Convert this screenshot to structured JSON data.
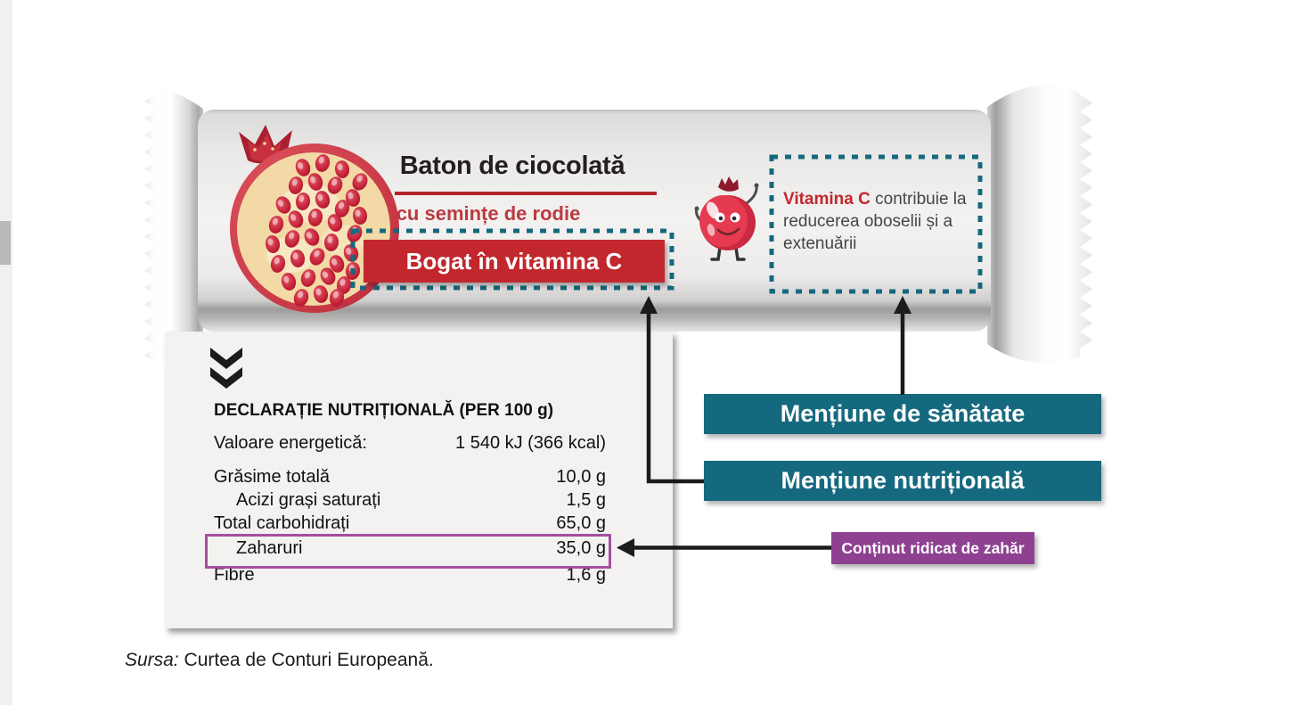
{
  "wrapper": {
    "title": "Baton de ciocolată",
    "subtitle": "cu semințe de rodie",
    "claim_banner": "Bogat în vitamina C",
    "health_claim_highlight": "Vitamina C",
    "health_claim_rest": " contribuie la reducerea oboselii și a extenuării"
  },
  "nutrition_panel": {
    "title": "DECLARAȚIE NUTRIȚIONALĂ (PER 100 g)",
    "energy": {
      "label": "Valoare energetică:",
      "value": "1 540 kJ (366 kcal)"
    },
    "rows": [
      {
        "label": "Grăsime totală",
        "value": "10,0 g"
      },
      {
        "label": "Acizi grași saturați",
        "value": "1,5 g"
      },
      {
        "label": "Total carbohidrați",
        "value": "65,0 g"
      },
      {
        "label": "Zaharuri",
        "value": "35,0 g"
      },
      {
        "label": "Fibre",
        "value": "1,6 g"
      }
    ]
  },
  "annotations": {
    "health_claim_label": "Mențiune de sănătate",
    "nutrition_claim_label": "Mențiune nutrițională",
    "sugar_label": "Conținut ridicat de zahăr"
  },
  "source": {
    "prefix": "Sursa:",
    "text": " Curtea de Conturi Europeană."
  },
  "icons": [
    "chevron-double-down-icon",
    "pomegranate-illustration",
    "pomegranate-mascot"
  ],
  "colors": {
    "teal": "#15697e",
    "banner_red": "#c2272e",
    "underline_red": "#b5232d",
    "purple": "#8e4191",
    "highlight_border_purple": "#a34f9f",
    "panel_bg": "#f3f2f1",
    "arrow_black": "#1b1b1b"
  }
}
